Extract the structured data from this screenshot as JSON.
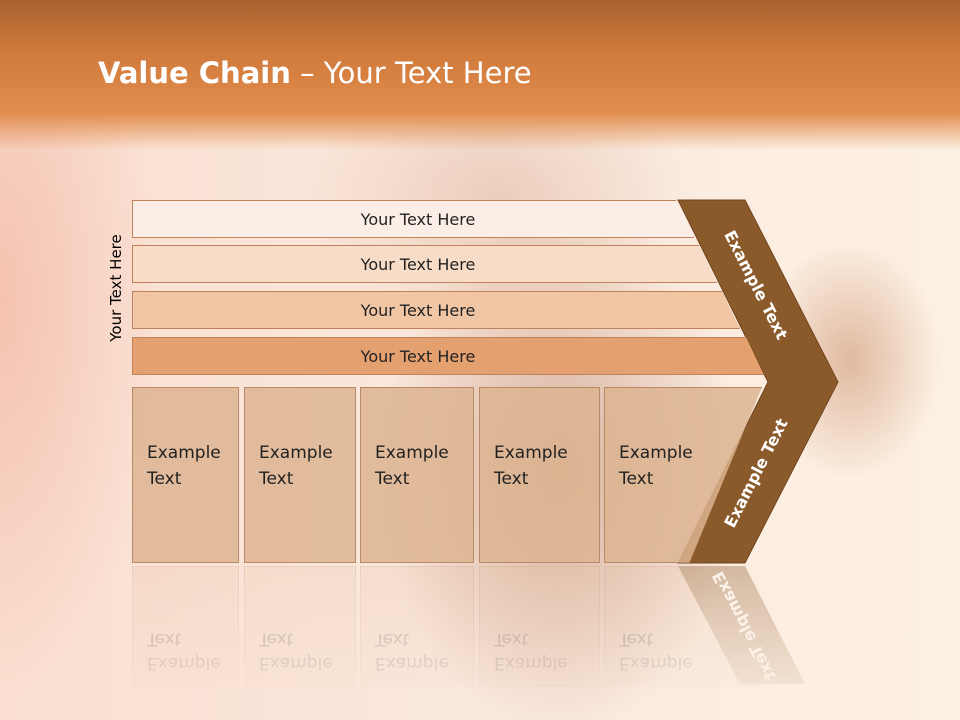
{
  "title": {
    "bold": "Value Chain",
    "rest": " – Your Text Here"
  },
  "side_label": "Your Text Here",
  "bars": [
    {
      "label": "Your Text Here",
      "color": "#fbeee6"
    },
    {
      "label": "Your Text Here",
      "color": "#f7dcc8"
    },
    {
      "label": "Your Text Here",
      "color": "#f1c6a5"
    },
    {
      "label": "Your Text Here",
      "color": "#e5a070"
    }
  ],
  "columns": [
    {
      "label": "Example\nText"
    },
    {
      "label": "Example\nText"
    },
    {
      "label": "Example\nText"
    },
    {
      "label": "Example\nText"
    },
    {
      "label": "Example\nText"
    }
  ],
  "chevron": {
    "upper_label": "Example Text",
    "lower_label": "Example Text",
    "color": "#8b5a2b"
  },
  "colors": {
    "header": "#d07a3c",
    "column_fill": "#dcb491"
  }
}
